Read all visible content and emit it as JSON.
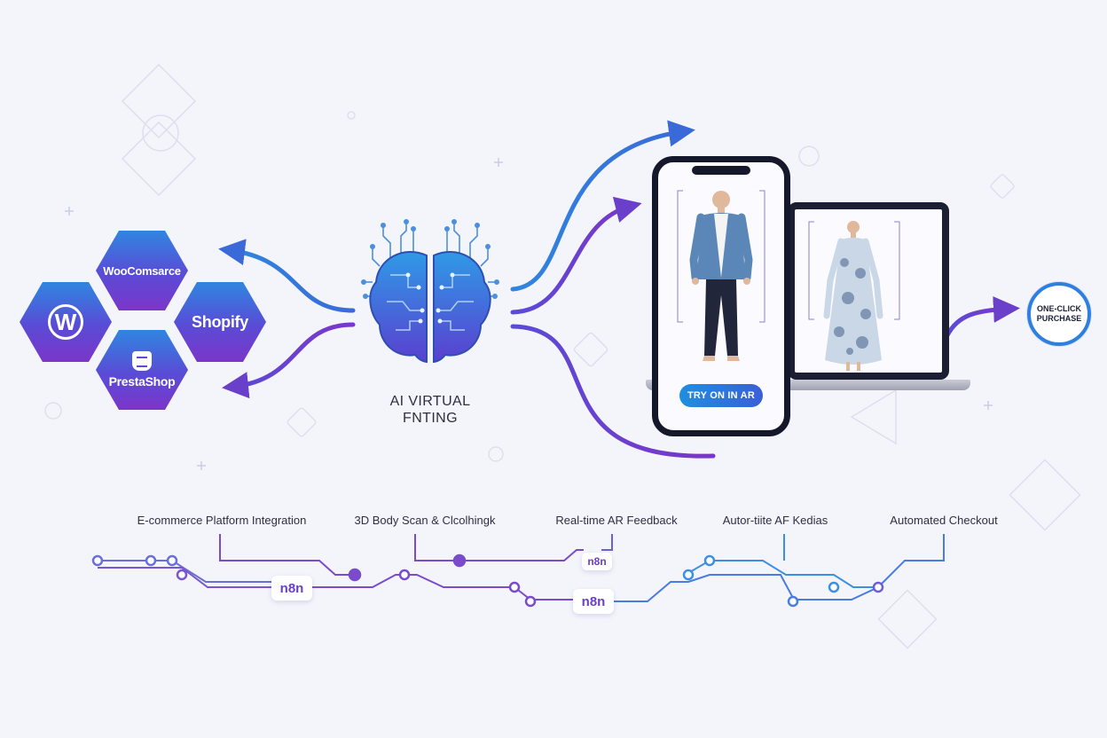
{
  "platforms": {
    "woocommerce": "WooComsarce",
    "wordpress_mark": "W",
    "shopify": "Shopify",
    "prestashop": "PrestaShop"
  },
  "center": {
    "line1": "AI VIRTUAL",
    "line2": "FNTING"
  },
  "devices": {
    "try_button": "TRY ON IN AR",
    "purchase_line1": "ONE-CLICK",
    "purchase_line2": "PURCHASE"
  },
  "stages": [
    "E-commerce Platform Integration",
    "3D Body Scan & Clcolhingk",
    "Real-time AR Feedback",
    "Autor-tiite AF Kedias",
    "Automated Checkout"
  ],
  "n8n": [
    "n8n",
    "n8n",
    "n8n"
  ],
  "colors": {
    "blue": "#2f86e0",
    "purple": "#7b36c9",
    "dark": "#15182a",
    "background": "#f4f5fb"
  },
  "icons": [
    "brain-circuit-icon",
    "wordpress-icon",
    "prestashop-icon",
    "arrow-icon"
  ]
}
